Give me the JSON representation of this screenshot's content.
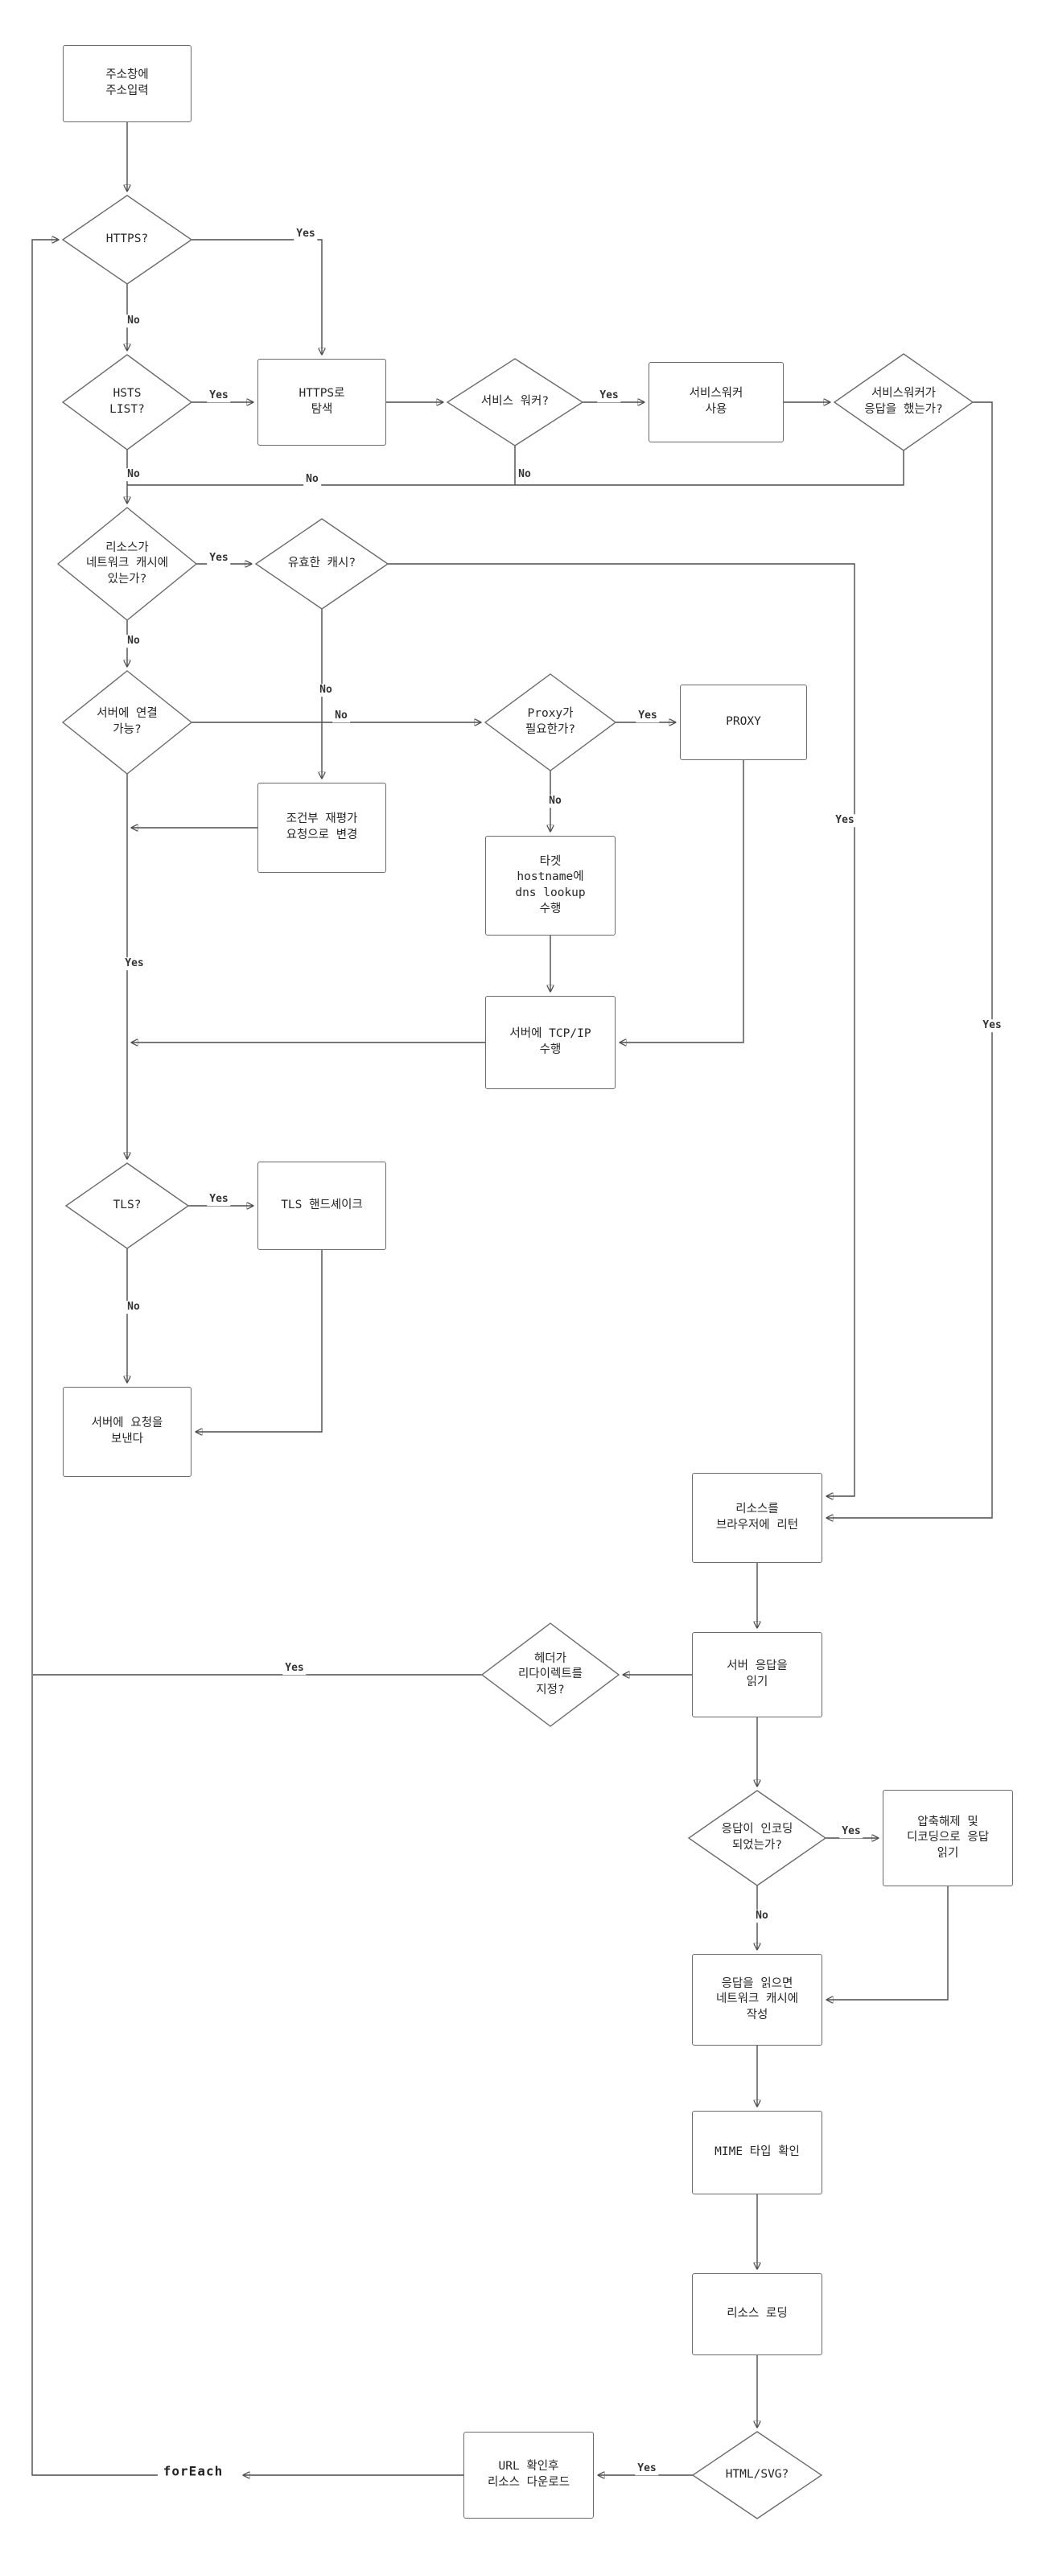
{
  "diagram": {
    "terms": {
      "yes": "Yes",
      "no": "No",
      "foreach": "forEach"
    },
    "nodes": {
      "start": {
        "label": "주소창에\n주소입력"
      },
      "https_q": {
        "label": "HTTPS?"
      },
      "hsts_q": {
        "label": "HSTS\nLIST?"
      },
      "https_nav": {
        "label": "HTTPS로\n탐색"
      },
      "sw_q": {
        "label": "서비스 워커?"
      },
      "sw_use": {
        "label": "서비스워커\n사용"
      },
      "sw_resp_q": {
        "label": "서비스워커가\n응답을 했는가?"
      },
      "cache_q": {
        "label": "리소스가\n네트워크 캐시에\n있는가?"
      },
      "valid_cache_q": {
        "label": "유효한 캐시?"
      },
      "connect_q": {
        "label": "서버에 연결\n가능?"
      },
      "proxy_q": {
        "label": "Proxy가\n필요한가?"
      },
      "proxy": {
        "label": "PROXY"
      },
      "cond_reval": {
        "label": "조건부 재평가\n요청으로 변경"
      },
      "dns_lookup": {
        "label": "타겟\nhostname에\ndns lookup\n수행"
      },
      "tcp": {
        "label": "서버에 TCP/IP\n수행"
      },
      "tls_q": {
        "label": "TLS?"
      },
      "tls_handshake": {
        "label": "TLS 핸드셰이크"
      },
      "send_request": {
        "label": "서버에 요청을\n보낸다"
      },
      "return_resource": {
        "label": "리소스를\n브라우저에 리턴"
      },
      "read_response": {
        "label": "서버 응답을\n읽기"
      },
      "redirect_q": {
        "label": "헤더가\n리다이렉트를\n지정?"
      },
      "encoded_q": {
        "label": "응답이 인코딩\n되었는가?"
      },
      "decode": {
        "label": "압축해제 및\n디코딩으로 응답\n읽기"
      },
      "write_cache": {
        "label": "응답을 읽으면\n네트워크 캐시에\n작성"
      },
      "mime_check": {
        "label": "MIME 타입 확인"
      },
      "load_resource": {
        "label": "리소스 로딩"
      },
      "htmlsvg_q": {
        "label": "HTML/SVG?"
      },
      "url_download": {
        "label": "URL 확인후\n리소스 다운로드"
      }
    },
    "edges": [
      {
        "from": "start",
        "to": "https_q",
        "label": ""
      },
      {
        "from": "https_q",
        "to": "https_nav",
        "label": "Yes"
      },
      {
        "from": "https_q",
        "to": "hsts_q",
        "label": "No"
      },
      {
        "from": "hsts_q",
        "to": "https_nav",
        "label": "Yes"
      },
      {
        "from": "hsts_q",
        "to": "cache_q",
        "label": "No"
      },
      {
        "from": "https_nav",
        "to": "sw_q",
        "label": ""
      },
      {
        "from": "sw_q",
        "to": "sw_use",
        "label": "Yes"
      },
      {
        "from": "sw_q",
        "to": "cache_q",
        "label": "No"
      },
      {
        "from": "sw_use",
        "to": "sw_resp_q",
        "label": ""
      },
      {
        "from": "sw_resp_q",
        "to": "return_resource",
        "label": "Yes"
      },
      {
        "from": "sw_resp_q",
        "to": "cache_q",
        "label": "No"
      },
      {
        "from": "cache_q",
        "to": "valid_cache_q",
        "label": "Yes"
      },
      {
        "from": "cache_q",
        "to": "connect_q",
        "label": "No"
      },
      {
        "from": "valid_cache_q",
        "to": "return_resource",
        "label": "Yes"
      },
      {
        "from": "valid_cache_q",
        "to": "cond_reval",
        "label": "No"
      },
      {
        "from": "cond_reval",
        "to": "connect_q_yes_line",
        "label": ""
      },
      {
        "from": "connect_q",
        "to": "proxy_q",
        "label": "No"
      },
      {
        "from": "connect_q",
        "to": "tls_q",
        "label": "Yes"
      },
      {
        "from": "proxy_q",
        "to": "proxy",
        "label": "Yes"
      },
      {
        "from": "proxy_q",
        "to": "dns_lookup",
        "label": "No"
      },
      {
        "from": "proxy",
        "to": "tcp",
        "label": ""
      },
      {
        "from": "dns_lookup",
        "to": "tcp",
        "label": ""
      },
      {
        "from": "tcp",
        "to": "tls_q",
        "label": ""
      },
      {
        "from": "tls_q",
        "to": "tls_handshake",
        "label": "Yes"
      },
      {
        "from": "tls_q",
        "to": "send_request",
        "label": "No"
      },
      {
        "from": "tls_handshake",
        "to": "send_request",
        "label": ""
      },
      {
        "from": "return_resource",
        "to": "read_response",
        "label": ""
      },
      {
        "from": "read_response",
        "to": "redirect_q",
        "label": ""
      },
      {
        "from": "redirect_q",
        "to": "https_q",
        "label": "Yes"
      },
      {
        "from": "read_response",
        "to": "encoded_q",
        "label": ""
      },
      {
        "from": "encoded_q",
        "to": "decode",
        "label": "Yes"
      },
      {
        "from": "encoded_q",
        "to": "write_cache",
        "label": "No"
      },
      {
        "from": "decode",
        "to": "write_cache",
        "label": ""
      },
      {
        "from": "write_cache",
        "to": "mime_check",
        "label": ""
      },
      {
        "from": "mime_check",
        "to": "load_resource",
        "label": ""
      },
      {
        "from": "load_resource",
        "to": "htmlsvg_q",
        "label": ""
      },
      {
        "from": "htmlsvg_q",
        "to": "url_download",
        "label": "Yes"
      },
      {
        "from": "url_download",
        "to": "https_q",
        "label": "forEach"
      }
    ]
  }
}
